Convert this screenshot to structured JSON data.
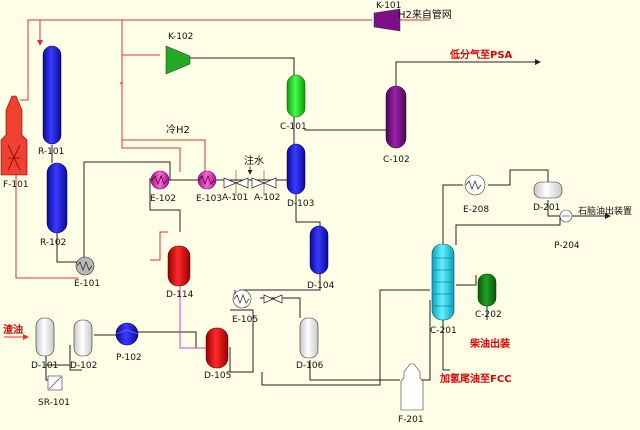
{
  "colors": {
    "background": "#ffffe8",
    "reactor_blue": "#1515e0",
    "separator_red": "#e01010",
    "green": "#22cc22",
    "purple": "#7a0f88",
    "cyan": "#22d8f0",
    "dark_green": "#138a13",
    "red_pipe": "#e23030",
    "pink_pipe": "#cc44cc",
    "heater_red": "#f04030"
  },
  "equipment": {
    "k101": "K-101",
    "k102": "K-102",
    "r101": "R-101",
    "r102": "R-102",
    "f101": "F-101",
    "c101": "C-101",
    "c102": "C-102",
    "d103": "D-103",
    "d104": "D-104",
    "d114": "D-114",
    "e101": "E-101",
    "e102": "E-102",
    "e103": "E-103",
    "e105": "E-105",
    "a101": "A-101",
    "a102": "A-102",
    "d101": "D-101",
    "d102": "D-102",
    "p102": "P-102",
    "sr101": "SR-101",
    "d105": "D-105",
    "d106": "D-106",
    "f201": "F-201",
    "c201": "C-201",
    "c202": "C-202",
    "e208": "E-208",
    "d201": "D-201",
    "p204": "P-204"
  },
  "streams": {
    "h2_source": "H2来自管网",
    "low_gas": "低分气至PSA",
    "cold_h2": "冷H2",
    "water_injection": "注水",
    "residue_oil": "渣油",
    "diesel": "柴油出装",
    "tail_oil": "加氢尾油至FCC",
    "naphtha": "石脑油出装置"
  }
}
